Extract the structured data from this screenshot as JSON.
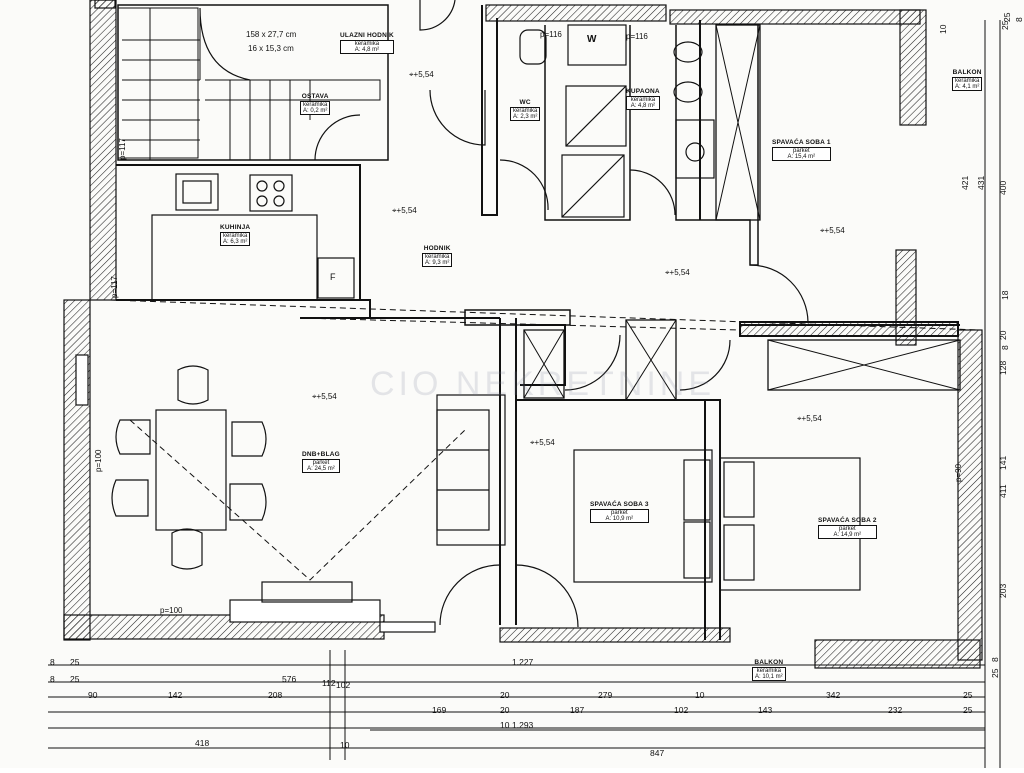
{
  "stair_note": [
    "158 x 27,7 cm",
    "16 x 15,3 cm"
  ],
  "rooms": [
    {
      "id": "ulazni-hodnik",
      "name": "ULAZNI HODNIK",
      "finish": "keramika",
      "area": "A: 4,8 m²"
    },
    {
      "id": "ostava",
      "name": "OSTAVA",
      "finish": "keramika",
      "area": "A: 0,2 m²"
    },
    {
      "id": "wc",
      "name": "WC",
      "finish": "keramika",
      "area": "A: 2,3 m²"
    },
    {
      "id": "kupaona",
      "name": "KUPAONA",
      "finish": "keramika",
      "area": "A: 4,8 m²"
    },
    {
      "id": "spavaca-soba-1",
      "name": "SPAVAĆA SOBA 1",
      "finish": "parket",
      "area": "A: 15,4 m²"
    },
    {
      "id": "kuhinja",
      "name": "KUHINJA",
      "finish": "keramika",
      "area": "A: 6,3 m²"
    },
    {
      "id": "hodnik",
      "name": "HODNIK",
      "finish": "keramika",
      "area": "A: 9,3 m²"
    },
    {
      "id": "dnb-blag",
      "name": "DNB+BLAG",
      "finish": "parket",
      "area": "A: 24,5 m²"
    },
    {
      "id": "spavaca-soba-3",
      "name": "SPAVAĆA SOBA 3",
      "finish": "parket",
      "area": "A: 10,9 m²"
    },
    {
      "id": "spavaca-soba-2",
      "name": "SPAVAĆA SOBA 2",
      "finish": "parket",
      "area": "A: 14,9 m²"
    },
    {
      "id": "balkon-right",
      "name": "BALKON",
      "finish": "keramika",
      "area": "A: 4,1 m²"
    },
    {
      "id": "balkon-bottom",
      "name": "BALKON",
      "finish": "keramika",
      "area": "A: 10,1 m²"
    }
  ],
  "level_mark": "+5,54",
  "parapet_notes": {
    "stair_wall": "p=117",
    "kitchen_wall": "p=117",
    "dining_wall": "p=100",
    "dining_bottom": "p=100",
    "bedroom2_wall": "p=90",
    "wc_window": "p=116",
    "kupaona_window": "p=116"
  },
  "fixture_marks": {
    "washer": "W",
    "fridge": "F"
  },
  "watermark": "CIO NEKRETNINE",
  "dims_bottom": [
    {
      "row": 1,
      "text": "8"
    },
    {
      "row": 1,
      "text": "25"
    },
    {
      "row": 1,
      "text": "1.227"
    },
    {
      "row": 2,
      "text": "8"
    },
    {
      "row": 2,
      "text": "25"
    },
    {
      "row": 2,
      "text": "576"
    },
    {
      "row": 2,
      "text": "112"
    },
    {
      "row": 3,
      "text": "90"
    },
    {
      "row": 3,
      "text": "142"
    },
    {
      "row": 3,
      "text": "208"
    },
    {
      "row": 3,
      "text": "20"
    },
    {
      "row": 3,
      "text": "279"
    },
    {
      "row": 3,
      "text": "10"
    },
    {
      "row": 3,
      "text": "342"
    },
    {
      "row": 3,
      "text": "25"
    },
    {
      "row": 4,
      "text": "169"
    },
    {
      "row": 4,
      "text": "20"
    },
    {
      "row": 4,
      "text": "187"
    },
    {
      "row": 4,
      "text": "102"
    },
    {
      "row": 4,
      "text": "143"
    },
    {
      "row": 4,
      "text": "232"
    },
    {
      "row": 4,
      "text": "25"
    },
    {
      "row": 5,
      "text": "1.293"
    },
    {
      "row": 5,
      "text": "10"
    },
    {
      "row": 5,
      "text": "102"
    },
    {
      "row": 6,
      "text": "418"
    },
    {
      "row": 6,
      "text": "10"
    },
    {
      "row": 6,
      "text": "847"
    }
  ],
  "dims_right": [
    "10",
    "25",
    "421",
    "431",
    "400",
    "18",
    "20",
    "8",
    "128",
    "141",
    "411",
    "203",
    "8",
    "25"
  ],
  "dims_top_right": [
    "25",
    "8"
  ]
}
